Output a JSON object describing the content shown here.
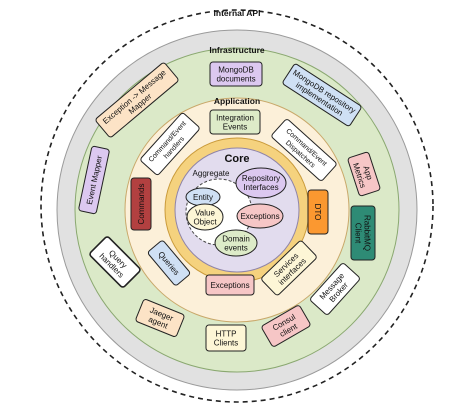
{
  "title": "Internal API",
  "rings": {
    "infrastructure": "Infrastructure",
    "application": "Application",
    "core": "Core",
    "aggregate": "Aggregate"
  },
  "colors": {
    "outer_fill": "#ffffff",
    "gray_ring": "#e1e1e1",
    "green_ring": "#dbe9c8",
    "app_ring": "#fcf0d9",
    "yellow_ring": "#f5d27e",
    "core_fill": "#e2dcee"
  },
  "infrastructure_items": [
    {
      "name": "mongodb-documents",
      "lines": [
        "MongoDB",
        "documents"
      ],
      "fill": "#dcc8f0"
    },
    {
      "name": "mongodb-repository-implementation",
      "lines": [
        "MongoDB repository",
        "implementation"
      ],
      "fill": "#cfe0f4"
    },
    {
      "name": "app-metrics",
      "lines": [
        "App",
        "Metrics"
      ],
      "fill": "#f6c6c6"
    },
    {
      "name": "rabbitmq-client",
      "lines": [
        "RabbitMQ",
        "Client"
      ],
      "fill": "#2e8b75"
    },
    {
      "name": "message-broker",
      "lines": [
        "Message",
        "Broker"
      ],
      "fill": "#ffffff"
    },
    {
      "name": "consul-client",
      "lines": [
        "Consul",
        "client"
      ],
      "fill": "#f6c6c6"
    },
    {
      "name": "http-clients",
      "lines": [
        "HTTP",
        "Clients"
      ],
      "fill": "#fdf6d6"
    },
    {
      "name": "jaeger-agent",
      "lines": [
        "Jaeger",
        "agent"
      ],
      "fill": "#fce3c6"
    },
    {
      "name": "query-handlers",
      "lines": [
        "Query",
        "handlers"
      ],
      "fill": "#ffffff"
    },
    {
      "name": "event-mapper",
      "lines": [
        "Event Mapper"
      ],
      "fill": "#dcc8f0"
    },
    {
      "name": "exception-message-mapper",
      "lines": [
        "Exception -> Message",
        "Mapper"
      ],
      "fill": "#fce3c6"
    }
  ],
  "application_items": [
    {
      "name": "integration-events",
      "lines": [
        "Integration",
        "Events"
      ],
      "fill": "#ddebc8"
    },
    {
      "name": "command-event-dispatchers",
      "lines": [
        "Command/Event",
        "Dispatchers"
      ],
      "fill": "#ffffff"
    },
    {
      "name": "dto",
      "lines": [
        "DTO"
      ],
      "fill": "#fb9830"
    },
    {
      "name": "services-interfaces",
      "lines": [
        "Services",
        "interfaces"
      ],
      "fill": "#fdf6d6"
    },
    {
      "name": "exceptions-app",
      "lines": [
        "Exceptions"
      ],
      "fill": "#f6c6c6"
    },
    {
      "name": "queries",
      "lines": [
        "Queries"
      ],
      "fill": "#cfe0f4"
    },
    {
      "name": "commands",
      "lines": [
        "Commands"
      ],
      "fill": "#b24040"
    },
    {
      "name": "command-event-handlers",
      "lines": [
        "Command/Event",
        "handlers"
      ],
      "fill": "#ffffff"
    }
  ],
  "core_items": [
    {
      "name": "repository-interfaces",
      "lines": [
        "Repository",
        "Interfaces"
      ],
      "fill": "#dcc8f0"
    },
    {
      "name": "entity",
      "lines": [
        "Entity"
      ],
      "fill": "#cfe0f4"
    },
    {
      "name": "value-object",
      "lines": [
        "Value",
        "Object"
      ],
      "fill": "#fdf6d6"
    },
    {
      "name": "exceptions-core",
      "lines": [
        "Exceptions"
      ],
      "fill": "#f6c6c6"
    },
    {
      "name": "domain-events",
      "lines": [
        "Domain",
        "events"
      ],
      "fill": "#ddebc8"
    }
  ]
}
